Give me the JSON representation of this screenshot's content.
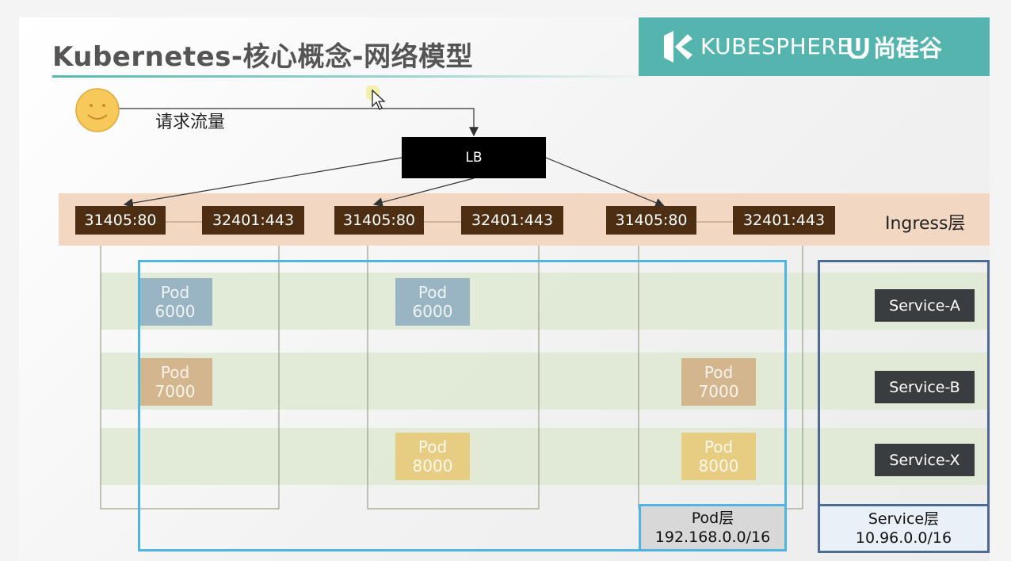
{
  "header": {
    "title": "Kubernetes-核心概念-网络模型",
    "brand_name": "KUBESPHERE",
    "brand_name2": "尚硅谷"
  },
  "flow": {
    "request_label": "请求流量",
    "lb_label": "LB"
  },
  "ingress": {
    "label": "Ingress层",
    "ports": [
      "31405:80",
      "32401:443",
      "31405:80",
      "32401:443",
      "31405:80",
      "32401:443"
    ]
  },
  "pods": [
    {
      "name": "Pod",
      "port": "6000",
      "color": "#99b4c2"
    },
    {
      "name": "Pod",
      "port": "6000",
      "color": "#99b4c2"
    },
    {
      "name": "Pod",
      "port": "7000",
      "color": "#d4b68e"
    },
    {
      "name": "Pod",
      "port": "7000",
      "color": "#d4b68e"
    },
    {
      "name": "Pod",
      "port": "8000",
      "color": "#e7cd82"
    },
    {
      "name": "Pod",
      "port": "8000",
      "color": "#e7cd82"
    }
  ],
  "services": [
    "Service-A",
    "Service-B",
    "Service-X"
  ],
  "networks": {
    "pod_label": "Pod层",
    "pod_cidr": "192.168.0.0/16",
    "service_label": "Service层",
    "service_cidr": "10.96.0.0/16"
  },
  "colors": {
    "brand": "#56b4ae",
    "port_box": "#4e2e12",
    "pod_network_border": "#50b4e2",
    "service_network_border": "#4c6a94"
  }
}
